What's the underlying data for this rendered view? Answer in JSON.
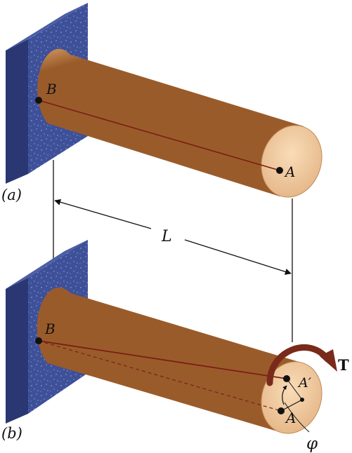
{
  "labels": {
    "panel_a": "(a)",
    "panel_b": "(b)",
    "length": "L",
    "torque": "T",
    "angle": "φ",
    "point_a": "A",
    "point_b": "B",
    "point_a_prime": "A′"
  },
  "colors": {
    "shaft_light": "#f2c48e",
    "shaft_mid": "#d99d62",
    "shaft_dark": "#a0622f",
    "wall_face": "#3d4f95",
    "wall_side": "#2c3870",
    "line": "#7a1f12",
    "torque_arrow": "#7a2a1a"
  }
}
